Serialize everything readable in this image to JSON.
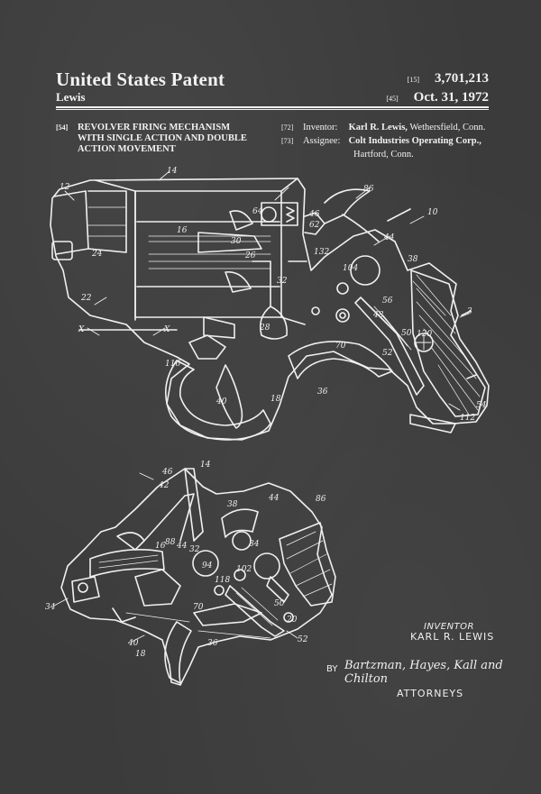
{
  "header": {
    "title": "United States Patent",
    "inventor_surname": "Lewis",
    "patent_number_code": "[15]",
    "patent_number": "3,701,213",
    "date_code": "[45]",
    "date": "Oct. 31, 1972"
  },
  "invention": {
    "code": "[54]",
    "title_lines": [
      "REVOLVER FIRING MECHANISM",
      "WITH SINGLE ACTION AND DOUBLE",
      "ACTION MOVEMENT"
    ]
  },
  "parties": {
    "inventor_code": "[72]",
    "inventor_label": "Inventor:",
    "inventor_name": "Karl R. Lewis,",
    "inventor_place": "Wethersfield, Conn.",
    "assignee_code": "[73]",
    "assignee_label": "Assignee:",
    "assignee_name": "Colt Industries Operating Corp.,",
    "assignee_place": "Hartford, Conn."
  },
  "figure_labels": {
    "top": [
      "12",
      "14",
      "16",
      "24",
      "22",
      "30",
      "64",
      "46",
      "62",
      "26",
      "132",
      "86",
      "10",
      "44",
      "38",
      "104",
      "56",
      "48",
      "28",
      "50",
      "120",
      "52",
      "36",
      "70",
      "18",
      "40",
      "116",
      "32",
      "3",
      "X",
      "X",
      "112",
      "54"
    ],
    "bottom": [
      "46",
      "14",
      "44",
      "86",
      "38",
      "42",
      "88",
      "84",
      "32",
      "16",
      "44",
      "34",
      "40",
      "18",
      "36",
      "70",
      "20",
      "52",
      "50",
      "102",
      "94",
      "118"
    ]
  },
  "signature": {
    "inventor_heading": "INVENTOR",
    "inventor_name": "KARL R. LEWIS",
    "by": "BY",
    "firm": "Bartzman, Hayes, Kall and Chilton",
    "attorneys": "ATTORNEYS"
  },
  "colors": {
    "background": "#3b3b3b",
    "ink": "#f2f2f2"
  }
}
